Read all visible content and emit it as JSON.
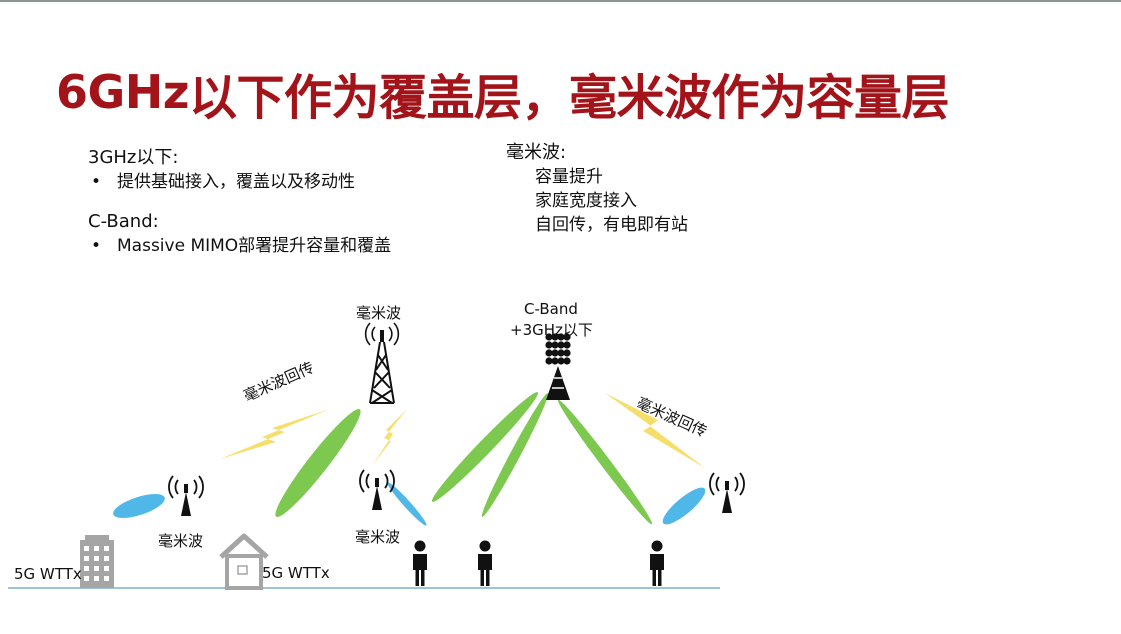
{
  "title": {
    "part1": "6GHz",
    "part2": "以下作为覆盖层，毫米波作为容量层"
  },
  "left_text": {
    "section1": {
      "heading": "3GHz以下:",
      "bullets": [
        "提供基础接入，覆盖以及移动性"
      ]
    },
    "section2": {
      "heading": "C-Band:",
      "bullets": [
        "Massive MIMO部署提升容量和覆盖"
      ]
    }
  },
  "right_text": {
    "heading": "毫米波:",
    "lines": [
      "容量提升",
      "家庭宽度接入",
      "自回传，有电即有站"
    ]
  },
  "diagram": {
    "labels": {
      "mmwave_tower": "毫米波",
      "cband_tower_line1": "C-Band",
      "cband_tower_line2": "+3GHz以下",
      "backhaul_left": "毫米波回传",
      "backhaul_right": "毫米波回传",
      "small_cell_left": "毫米波",
      "small_cell_center": "毫米波",
      "wttx_building": "5G WTTx",
      "wttx_house": "5G WTTx"
    },
    "colors": {
      "green_beam": "#7dc84f",
      "blue_beam": "#4fb8e8",
      "lightning": "#f5df6a",
      "ground": "#9ec3d9",
      "building": "#a5a5a5"
    }
  }
}
